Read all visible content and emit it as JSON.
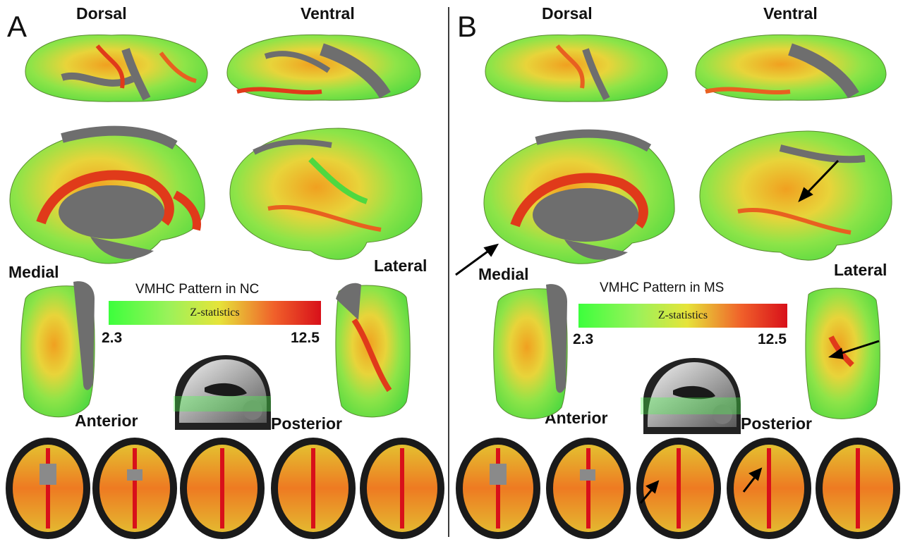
{
  "panels": [
    {
      "letter": "A",
      "labels": {
        "dorsal": "Dorsal",
        "ventral": "Ventral",
        "medial": "Medial",
        "lateral": "Lateral",
        "anterior": "Anterior",
        "posterior": "Posterior"
      },
      "colorbar": {
        "title": "VMHC Pattern in NC",
        "label": "Z-statistics",
        "min": "2.3",
        "max": "12.5"
      }
    },
    {
      "letter": "B",
      "labels": {
        "dorsal": "Dorsal",
        "ventral": "Ventral",
        "medial": "Medial",
        "lateral": "Lateral",
        "anterior": "Anterior",
        "posterior": "Posterior"
      },
      "colorbar": {
        "title": "VMHC Pattern in MS",
        "label": "Z-statistics",
        "min": "2.3",
        "max": "12.5"
      }
    }
  ],
  "colors": {
    "low": "#3cff3c",
    "mid": "#e6e43a",
    "high": "#d8101a",
    "cortex_gray": "#6e6e6e"
  }
}
